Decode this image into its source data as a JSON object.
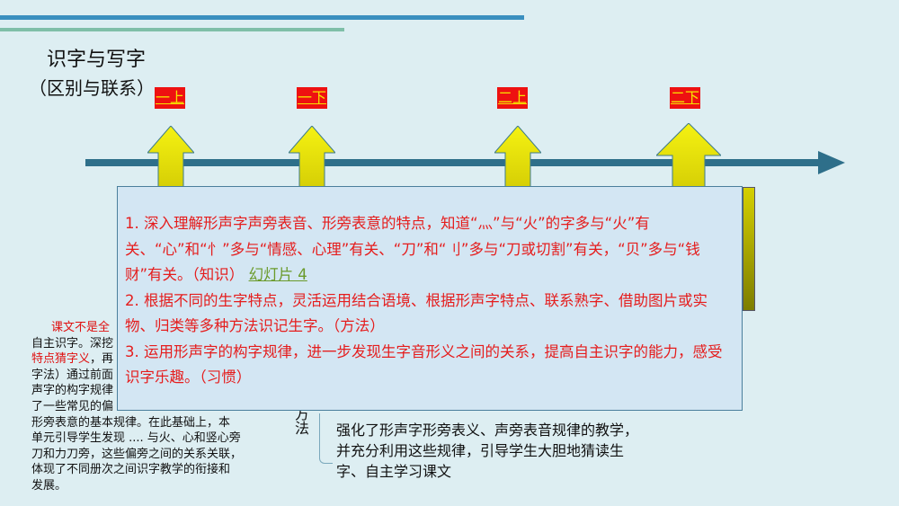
{
  "title": "识字与写字",
  "subtitle": "（区别与联系）",
  "grades": [
    "一上",
    "一下",
    "二上",
    "二下"
  ],
  "left_text": {
    "lines": [
      {
        "red": "课文不是全",
        "black": ""
      },
      {
        "red": "",
        "black": "自主识字。深挖"
      },
      {
        "red": "特点猜字义",
        "black": "，再"
      },
      {
        "red": "",
        "black": "字法）通过前面"
      },
      {
        "red": "",
        "black": "声字的构字规律"
      },
      {
        "red": "",
        "black": "了一些常见的偏"
      },
      {
        "red": "",
        "black": "形旁表意的基本规律。在此基础上，本"
      },
      {
        "red": "",
        "black": "单元引导学生发现 .... 与火、心和竖心旁"
      },
      {
        "red": "",
        "black": "刀和力刀旁，这些偏旁之间的关系关联，"
      },
      {
        "red": "",
        "black": "体现了不同册次之间识字教学的衔接和"
      },
      {
        "red": "",
        "black": "发展。"
      }
    ]
  },
  "overlay": {
    "item1": "1. 深入理解形声字声旁表音、形旁表意的特点，知道“灬”与“火”的字多与“火”有关、“心”和“忄”多与“情感、心理”有关、“刀”和“刂”多与“刀或切割”有关，“贝”多与“钱财”有关。（知识）",
    "item1_link": "幻灯片 4",
    "item2": "2. 根据不同的生字特点，灵活运用结合语境、根据形声字特点、联系熟字、借助图片或实物、归类等多种方法识记生字。（方法）",
    "item3": "3. 运用形声字的构字规律，进一步发现生字音形义之间的关系，提高自主识字的能力，感受识字乐趣。（习惯）"
  },
  "method_label": "方法",
  "right_text": "强化了形声字形旁表义、声旁表音规律的教学，并充分利用这些规律，引导学生大胆地猜读生字、自主学习课文",
  "colors": {
    "accent_blue": "#3a8fbf",
    "accent_green": "#7fbfa8",
    "timeline": "#2e6f8a",
    "tag_bg": "#ee1111",
    "tag_text": "#f5e400",
    "arrow": "#f0ec10",
    "goal_text": "#e51d1d"
  }
}
